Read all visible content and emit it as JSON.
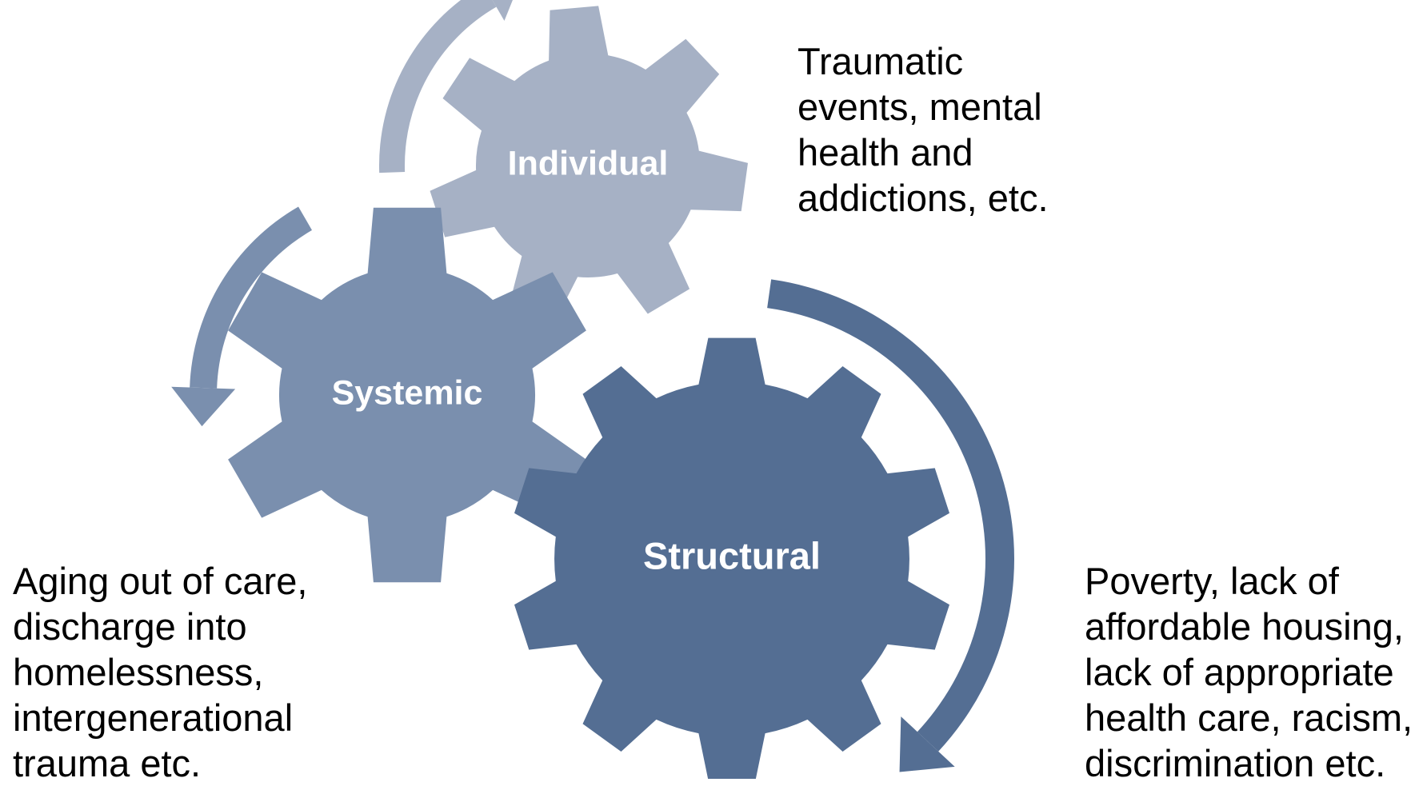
{
  "gears": [
    {
      "id": "individual",
      "label": "Individual",
      "color": "#a6b1c5",
      "teeth": 7
    },
    {
      "id": "systemic",
      "label": "Systemic",
      "color": "#7a8fae",
      "teeth": 6
    },
    {
      "id": "structural",
      "label": "Structural",
      "color": "#546e93",
      "teeth": 10
    }
  ],
  "captions": {
    "individual": [
      "Traumatic",
      "events, mental",
      "health and",
      "addictions, etc."
    ],
    "systemic": [
      "Aging out of care,",
      "discharge into",
      "homelessness,",
      "intergenerational",
      "trauma etc."
    ],
    "structural": [
      "Poverty, lack of",
      "affordable housing,",
      "lack of appropriate",
      "health care, racism,",
      "discrimination etc."
    ]
  },
  "arrow_colors": {
    "individual": "#a6b1c5",
    "systemic": "#7a8fae",
    "structural": "#546e93"
  }
}
